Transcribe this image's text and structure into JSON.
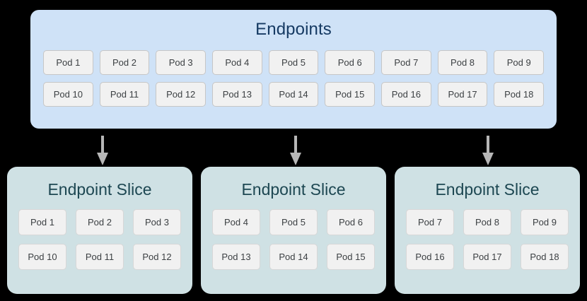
{
  "diagram": {
    "background_color": "#000000",
    "endpoints": {
      "title": "Endpoints",
      "box_color": "#cfe2f7",
      "title_color": "#163a63",
      "rows": [
        [
          "Pod 1",
          "Pod 2",
          "Pod 3",
          "Pod 4",
          "Pod 5",
          "Pod 6",
          "Pod 7",
          "Pod 8",
          "Pod 9"
        ],
        [
          "Pod 10",
          "Pod 11",
          "Pod 12",
          "Pod 13",
          "Pod 14",
          "Pod 15",
          "Pod 16",
          "Pod 17",
          "Pod 18"
        ]
      ]
    },
    "arrows": {
      "color": "#b7b7b7",
      "count": 3,
      "direction": "down"
    },
    "slices": [
      {
        "title": "Endpoint Slice",
        "box_color": "#cfe1e4",
        "title_color": "#1d4752",
        "rows": [
          [
            "Pod 1",
            "Pod 2",
            "Pod 3"
          ],
          [
            "Pod 10",
            "Pod 11",
            "Pod 12"
          ]
        ]
      },
      {
        "title": "Endpoint Slice",
        "box_color": "#cfe1e4",
        "title_color": "#1d4752",
        "rows": [
          [
            "Pod 4",
            "Pod 5",
            "Pod 6"
          ],
          [
            "Pod 13",
            "Pod 14",
            "Pod 15"
          ]
        ]
      },
      {
        "title": "Endpoint Slice",
        "box_color": "#cfe1e4",
        "title_color": "#1d4752",
        "rows": [
          [
            "Pod 7",
            "Pod 8",
            "Pod 9"
          ],
          [
            "Pod 16",
            "Pod 17",
            "Pod 18"
          ]
        ]
      }
    ]
  }
}
